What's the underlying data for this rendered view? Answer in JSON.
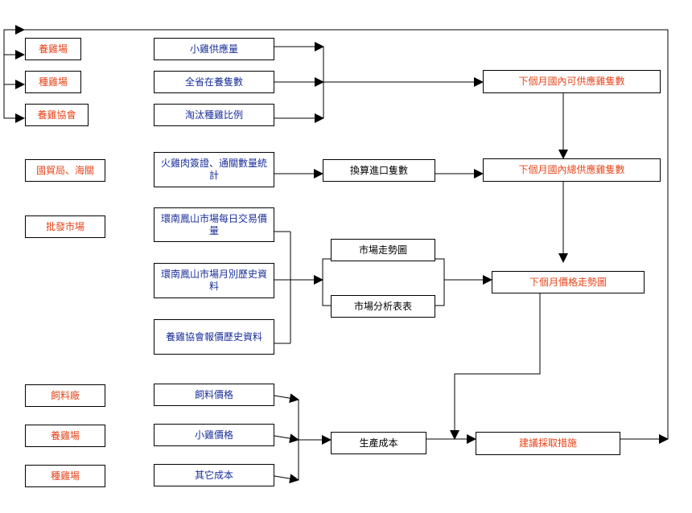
{
  "colors": {
    "source_text": "#e8441a",
    "data_text": "#1a2f9a",
    "process_text": "#000000",
    "output_text": "#e8441a",
    "line": "#000000"
  },
  "sources": {
    "breeder_farm": "養雞場",
    "seed_farm": "種雞場",
    "breeder_assoc": "養雞協會",
    "trade_customs": "國貿局、海關",
    "wholesale_market": "批發市場",
    "feed_mill": "飼料廠",
    "breeder_farm_2": "養雞場",
    "seed_farm_2": "種雞場"
  },
  "data_items": {
    "chick_supply": "小雞供應量",
    "province_stock": "全省在養隻數",
    "cull_ratio": "淘汰種雞比例",
    "import_stats": "火雞肉簽證、通關數量統計",
    "daily_trade": "環南鳳山市場每日交易價量",
    "monthly_history": "環南鳳山市場月別歷史資料",
    "assoc_price_history": "養雞協會報價歷史資料",
    "feed_price": "飼料價格",
    "chick_price": "小雞價格",
    "other_cost": "其它成本"
  },
  "process": {
    "import_convert": "換算進口隻數",
    "market_trend": "市場走勢圖",
    "market_analysis": "市場分析表表",
    "production_cost": "生產成本"
  },
  "outputs": {
    "next_domestic_supply": "下個月國內可供應雞隻數",
    "next_total_supply": "下個月國內總供應雞隻數",
    "next_price_trend": "下個月價格走勢圖",
    "recommend_action": "建議採取措施"
  }
}
